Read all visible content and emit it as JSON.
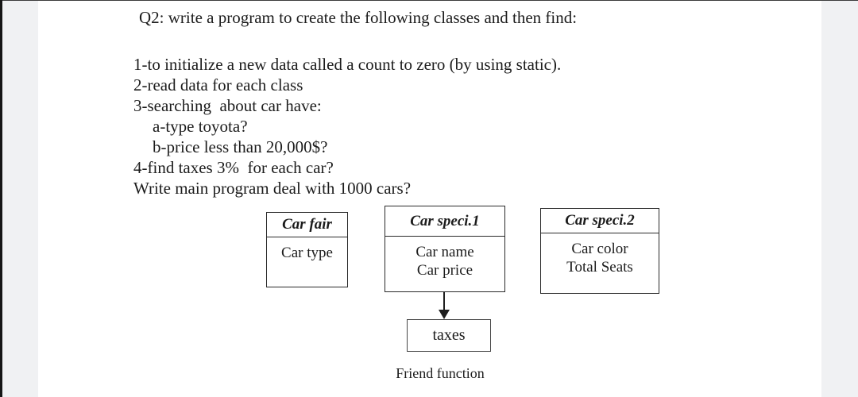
{
  "page": {
    "title": "Q2: write a program to create the following classes and then find:",
    "lines": [
      "1-to initialize a new data called a count to zero (by using static).",
      "2-read data for each class",
      "3-searching  about car have:",
      "a-type toyota?",
      "b-price less than 20,000$?",
      "4-find taxes 3%  for each car?",
      "Write main program deal with 1000 cars?"
    ]
  },
  "diagram": {
    "classes": [
      {
        "title": "Car fair",
        "members": [
          "Car type"
        ]
      },
      {
        "title": "Car speci.1",
        "members": [
          "Car name",
          "Car price"
        ]
      },
      {
        "title": "Car speci.2",
        "members": [
          "Car color",
          "Total Seats"
        ]
      }
    ],
    "taxes_box_label": "taxes",
    "caption": "Friend function"
  },
  "colors": {
    "page_background": "#ffffff",
    "margin_background": "#f0f1f3",
    "text": "#1c1c1c",
    "box_border": "#2a2a2a"
  }
}
